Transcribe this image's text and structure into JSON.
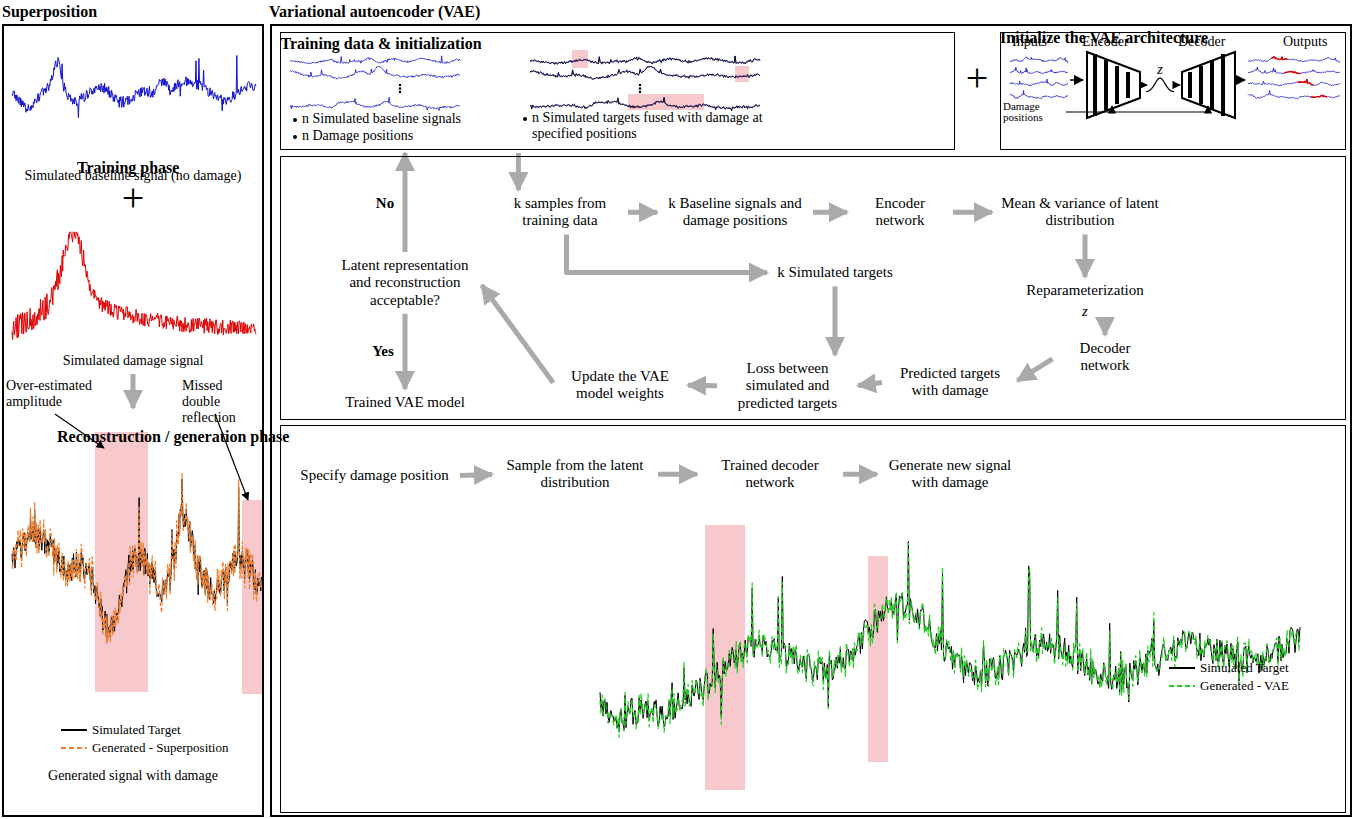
{
  "diagram": {
    "nodes": [
      {
        "text": [
          "Superposition"
        ]
      },
      {
        "text": [
          "Variational autoencoder (VAE)"
        ]
      },
      {
        "text": [
          "Training data & initialization"
        ],
        "in": 1
      },
      {
        "text": [
          "Initialize the VAE architecture"
        ],
        "in": 1
      },
      {
        "text": [
          "Training phase"
        ],
        "in": 1
      },
      {
        "text": [
          "k samples from training data"
        ],
        "in": 4
      },
      {
        "text": [
          "k Baseline signals and damage positions"
        ],
        "in": 4
      },
      {
        "text": [
          "Encoder network"
        ],
        "in": 4
      },
      {
        "text": [
          "Mean & variance of latent distribution"
        ],
        "in": 4
      },
      {
        "text": [
          "Reparameterization",
          "z"
        ],
        "in": 4
      },
      {
        "text": [
          "Decoder network"
        ],
        "in": 4
      },
      {
        "text": [
          "Predicted targets with damage"
        ],
        "in": 4
      },
      {
        "text": [
          "Loss between simulated and predicted targets"
        ],
        "in": 4
      },
      {
        "text": [
          "Update the VAE model weights"
        ],
        "in": 4
      },
      {
        "text": [
          "Latent representation and reconstruction acceptable?"
        ],
        "in": 4
      },
      {
        "text": [
          "Trained VAE model"
        ],
        "in": 4
      },
      {
        "text": [
          "k Simulated targets"
        ],
        "in": 4
      },
      {
        "text": [
          "Reconstruction / generation phase"
        ],
        "in": 1
      },
      {
        "text": [
          "Specify damage position"
        ],
        "in": 17
      },
      {
        "text": [
          "Sample from the latent distribution"
        ],
        "in": 17
      },
      {
        "text": [
          "Trained decoder network"
        ],
        "in": 17
      },
      {
        "text": [
          "Generate new signal with damage"
        ],
        "in": 17
      }
    ],
    "edges": [
      {
        "from": 2,
        "to": 5,
        "arrow": "to"
      },
      {
        "from": 5,
        "to": 6,
        "arrow": "to"
      },
      {
        "from": 5,
        "to": 16,
        "arrow": "to"
      },
      {
        "from": 6,
        "to": 7,
        "arrow": "to"
      },
      {
        "from": 7,
        "to": 8,
        "arrow": "to"
      },
      {
        "from": 8,
        "to": 9,
        "arrow": "to"
      },
      {
        "from": 9,
        "to": 10,
        "arrow": "to"
      },
      {
        "from": 10,
        "to": 11,
        "arrow": "to"
      },
      {
        "from": 11,
        "to": 12,
        "arrow": "to"
      },
      {
        "from": 16,
        "to": 12,
        "arrow": "to"
      },
      {
        "from": 12,
        "to": 13,
        "arrow": "to"
      },
      {
        "from": 13,
        "to": 14,
        "arrow": "to"
      },
      {
        "from": 14,
        "to": 2,
        "label": "No",
        "arrow": "to"
      },
      {
        "from": 14,
        "to": 15,
        "label": "Yes",
        "arrow": "to"
      },
      {
        "from": 18,
        "to": 19,
        "arrow": "to"
      },
      {
        "from": 19,
        "to": 20,
        "arrow": "to"
      },
      {
        "from": 20,
        "to": 21,
        "arrow": "to"
      }
    ],
    "labels": [
      "Simulated baseline signal (no damage)",
      "+",
      "Simulated damage signal",
      "Over-estimated amplitude",
      "Missed double reflection",
      "Generated signal with damage",
      "n Simulated baseline signals",
      "n Damage positions",
      "n Simulated targets fused with damage at specified positions",
      "+",
      "Inputs",
      "Encoder",
      "Decoder",
      "Outputs",
      "z",
      "Damage positions"
    ],
    "legend": [
      {
        "text": "Simulated Target"
      },
      {
        "text": "Generated - Superposition"
      },
      {
        "text": "Simulated Target"
      },
      {
        "text": "Generated - VAE"
      }
    ]
  }
}
